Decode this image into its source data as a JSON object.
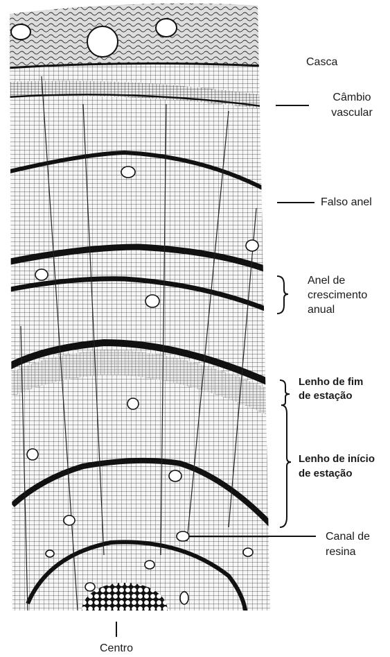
{
  "labels": {
    "casca": "Casca",
    "cambio_1": "Câmbio",
    "cambio_2": "vascular",
    "falso_anel": "Falso anel",
    "anel_1": "Anel de",
    "anel_2": "crescimento",
    "anel_3": "anual",
    "lenho_fim_1": "Lenho de fim",
    "lenho_fim_2": "de estação",
    "lenho_inicio_1": "Lenho de início",
    "lenho_inicio_2": "de estação",
    "canal_1": "Canal de",
    "canal_2": "resina",
    "centro": "Centro"
  },
  "colors": {
    "ink": "#111111",
    "paper": "#ffffff",
    "wood_fill": "#f4f4f4"
  }
}
